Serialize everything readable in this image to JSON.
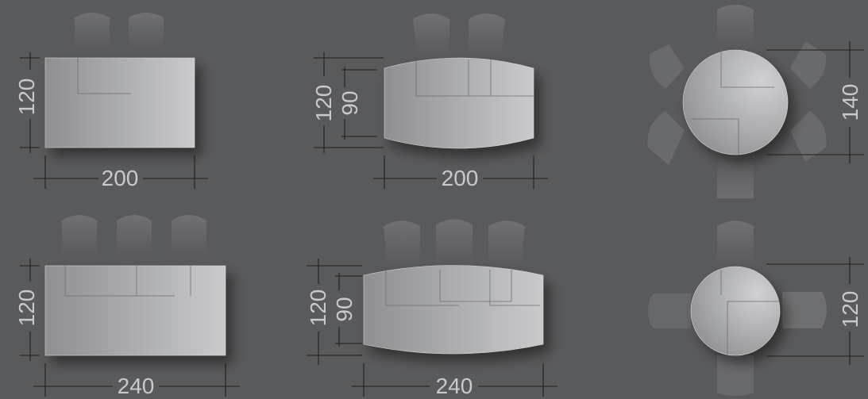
{
  "layouts": [
    {
      "id": "rect-200",
      "shape": "rectangle",
      "dimensions": {
        "width": "200",
        "depth": "120"
      },
      "seats": 2
    },
    {
      "id": "barrel-200",
      "shape": "barrel",
      "dimensions": {
        "width": "200",
        "depth": "120",
        "end_depth": "90"
      },
      "seats": 2
    },
    {
      "id": "round-140",
      "shape": "round",
      "dimensions": {
        "diameter": "140"
      },
      "seats": 6
    },
    {
      "id": "rect-240",
      "shape": "rectangle",
      "dimensions": {
        "width": "240",
        "depth": "120"
      },
      "seats": 3
    },
    {
      "id": "barrel-240",
      "shape": "barrel",
      "dimensions": {
        "width": "240",
        "depth": "120",
        "end_depth": "90"
      },
      "seats": 3
    },
    {
      "id": "round-120",
      "shape": "round",
      "dimensions": {
        "diameter": "120"
      },
      "seats": 4
    }
  ],
  "colors": {
    "background": "#595a5c",
    "table_light": "#c6c7c9",
    "table_dark": "#8e8f91",
    "dimension_line": "#1e1e1e",
    "dimension_text": "#c8c9cb"
  }
}
